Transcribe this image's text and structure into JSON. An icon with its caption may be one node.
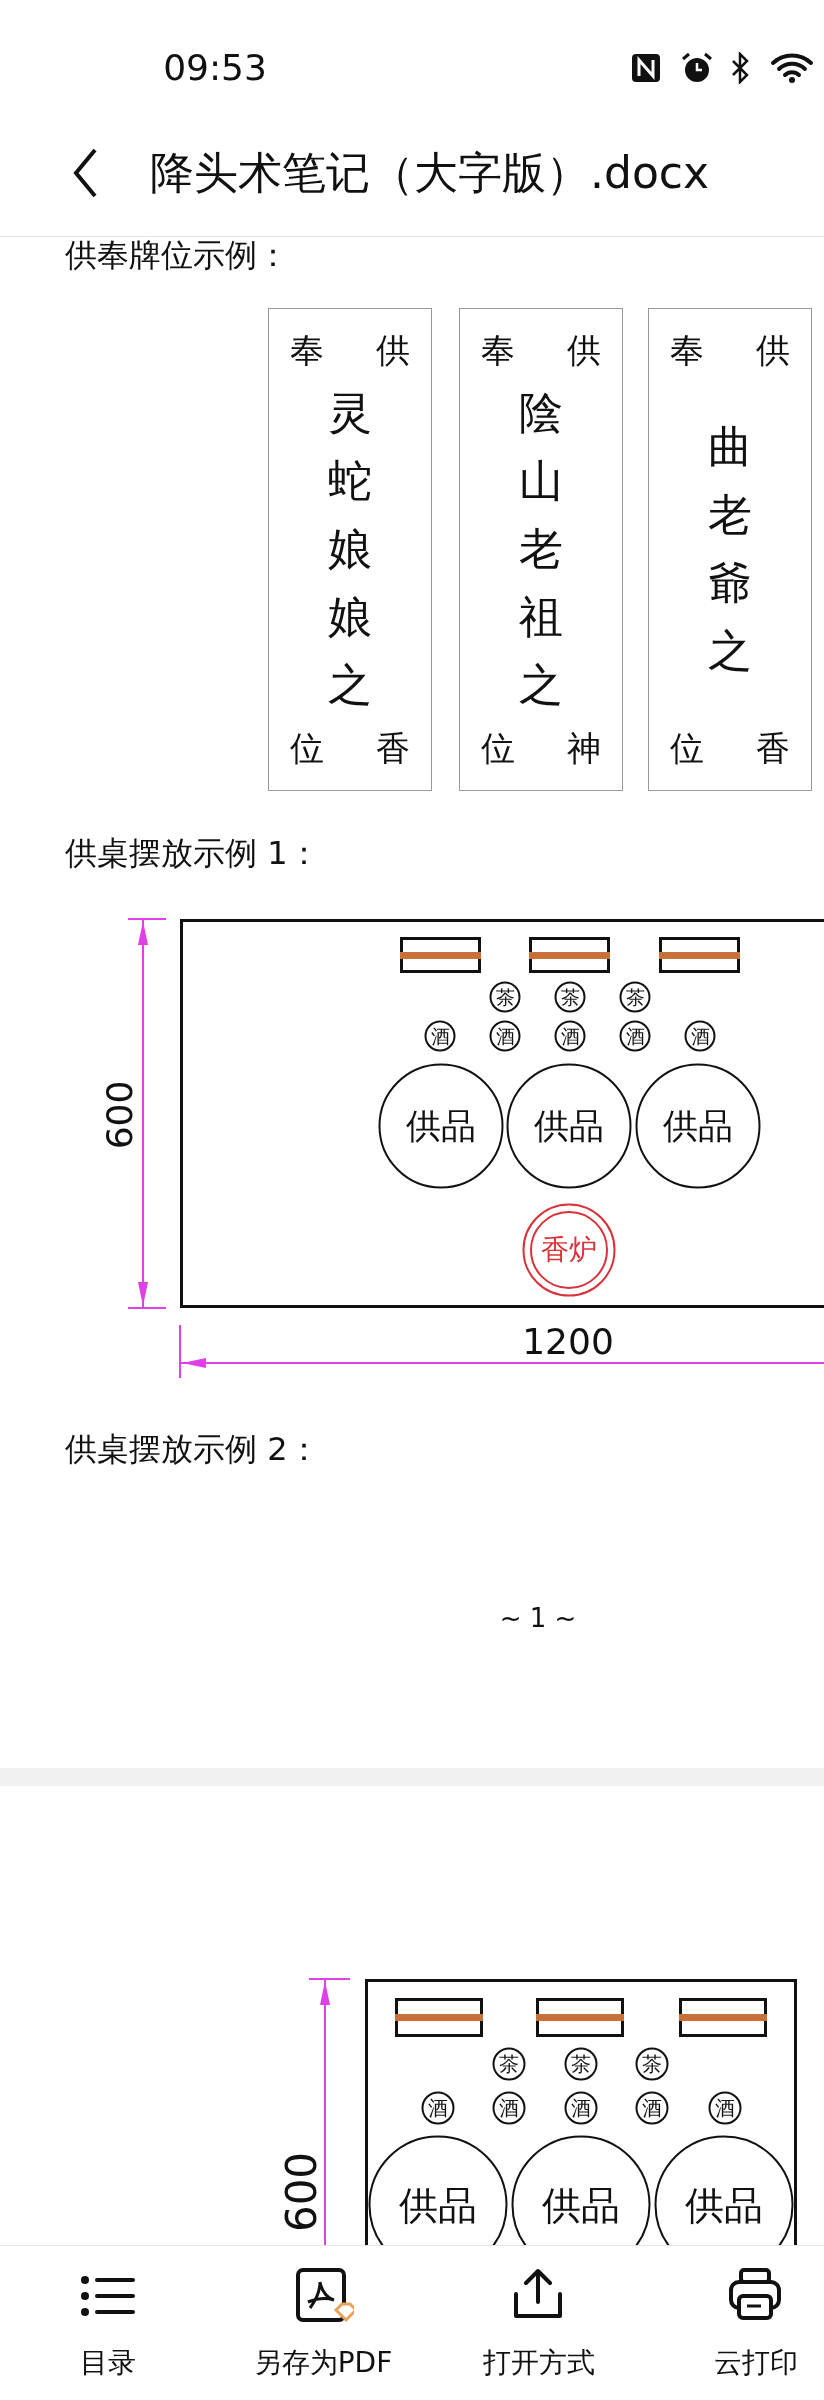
{
  "diagram": {
    "title": "降头术笔记（大字版）.docx",
    "nodes": [
      {
        "text": [
          "奉",
          "供",
          "灵蛇娘娘之",
          "位",
          "香"
        ]
      },
      {
        "text": [
          "奉",
          "供",
          "陰山老祖之",
          "位",
          "神"
        ]
      },
      {
        "text": [
          "奉",
          "供",
          "曲老爺之",
          "位",
          "香"
        ]
      },
      {
        "text": [],
        "shape": "box"
      },
      {
        "text": [],
        "shape": "box",
        "in": 3
      },
      {
        "text": [],
        "shape": "box",
        "in": 3
      },
      {
        "text": [],
        "shape": "box",
        "in": 3
      },
      {
        "text": [
          "茶"
        ],
        "in": 3
      },
      {
        "text": [
          "茶"
        ],
        "in": 3
      },
      {
        "text": [
          "茶"
        ],
        "in": 3
      },
      {
        "text": [
          "酒"
        ],
        "in": 3
      },
      {
        "text": [
          "酒"
        ],
        "in": 3
      },
      {
        "text": [
          "酒"
        ],
        "in": 3
      },
      {
        "text": [
          "酒"
        ],
        "in": 3
      },
      {
        "text": [
          "酒"
        ],
        "in": 3
      },
      {
        "text": [
          "供品"
        ],
        "in": 3
      },
      {
        "text": [
          "供品"
        ],
        "in": 3
      },
      {
        "text": [
          "供品"
        ],
        "in": 3
      },
      {
        "text": [
          "香炉"
        ],
        "in": 3
      },
      {
        "text": [],
        "shape": "box"
      },
      {
        "text": [],
        "shape": "box",
        "in": 19
      },
      {
        "text": [],
        "shape": "box",
        "in": 19
      },
      {
        "text": [],
        "shape": "box",
        "in": 19
      },
      {
        "text": [
          "茶"
        ],
        "in": 19
      },
      {
        "text": [
          "茶"
        ],
        "in": 19
      },
      {
        "text": [
          "茶"
        ],
        "in": 19
      },
      {
        "text": [
          "酒"
        ],
        "in": 19
      },
      {
        "text": [
          "酒"
        ],
        "in": 19
      },
      {
        "text": [
          "酒"
        ],
        "in": 19
      },
      {
        "text": [
          "酒"
        ],
        "in": 19
      },
      {
        "text": [
          "酒"
        ],
        "in": 19
      },
      {
        "text": [
          "供品"
        ],
        "in": 19
      },
      {
        "text": [
          "供品"
        ],
        "in": 19
      },
      {
        "text": [
          "供品"
        ],
        "in": 19
      }
    ],
    "labels": [
      "09:53",
      "供奉牌位示例：",
      "供桌摆放示例 1：",
      "600",
      "1200",
      "供桌摆放示例 2：",
      "~ 1 ~",
      "600",
      "目录",
      "另存为PDF",
      "打开方式",
      "云打印"
    ]
  }
}
